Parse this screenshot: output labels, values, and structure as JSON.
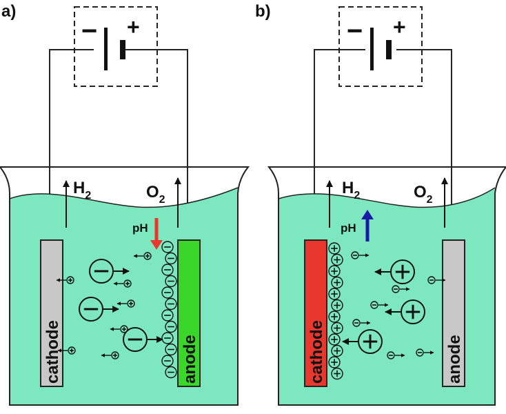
{
  "colors": {
    "water": "#7de8bf",
    "beaker_outline": "#222222",
    "inert_electrode": "#c8c8c8",
    "active_cathode": "#e8382e",
    "active_anode": "#3ad62a",
    "ph_down_arrow": "#e8382e",
    "ph_up_arrow": "#1a1aa8"
  },
  "panels": [
    {
      "label": "a)",
      "battery": {
        "minus": "−",
        "plus": "+"
      },
      "gas_left": {
        "base": "H",
        "sub": "2"
      },
      "gas_right": {
        "base": "O",
        "sub": "2"
      },
      "ph_label": "pH",
      "ph_direction": "down",
      "electrode_left": {
        "label": "cathode",
        "role": "inert"
      },
      "electrode_right": {
        "label": "anode",
        "role": "active"
      },
      "ion_sign": "−"
    },
    {
      "label": "b)",
      "battery": {
        "minus": "−",
        "plus": "+"
      },
      "gas_left": {
        "base": "H",
        "sub": "2"
      },
      "gas_right": {
        "base": "O",
        "sub": "2"
      },
      "ph_label": "pH",
      "ph_direction": "up",
      "electrode_left": {
        "label": "cathode",
        "role": "active"
      },
      "electrode_right": {
        "label": "anode",
        "role": "inert"
      },
      "ion_sign": "+"
    }
  ]
}
